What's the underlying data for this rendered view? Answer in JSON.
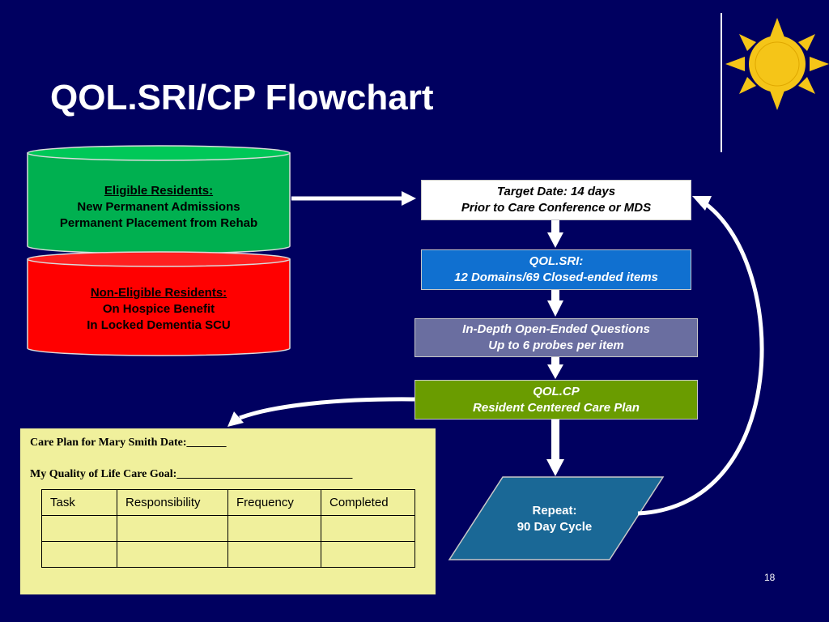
{
  "slide": {
    "title": "QOL.SRI/CP Flowchart",
    "page_number": "18",
    "background_color": "#000060"
  },
  "eligible": {
    "heading": "Eligible Residents:",
    "lines": [
      "New Permanent Admissions",
      "Permanent Placement from Rehab"
    ],
    "color": "#00b050"
  },
  "non_eligible": {
    "heading": "Non-Eligible Residents:",
    "lines": [
      "On Hospice Benefit",
      "In Locked Dementia SCU"
    ],
    "color": "#ff0000"
  },
  "flow": {
    "target": {
      "line1": "Target Date: 14 days",
      "line2": "Prior to Care Conference or MDS"
    },
    "sri": {
      "line1": "QOL.SRI:",
      "line2": "12 Domains/69 Closed-ended items"
    },
    "probes": {
      "line1": "In-Depth Open-Ended Questions",
      "line2": "Up to 6 probes per item"
    },
    "cp": {
      "line1": "QOL.CP",
      "line2": "Resident Centered Care Plan"
    },
    "repeat": {
      "line1": "Repeat:",
      "line2": "90 Day Cycle"
    }
  },
  "care_plan": {
    "line1": "Care Plan  for Mary Smith  Date:_______",
    "line2": "My Quality of Life Care Goal:_______________________________",
    "headers": [
      "Task",
      "Responsibility",
      "Frequency",
      "Completed"
    ]
  },
  "logo": {
    "icon": "sun-logo-icon",
    "color": "#f5c518"
  }
}
